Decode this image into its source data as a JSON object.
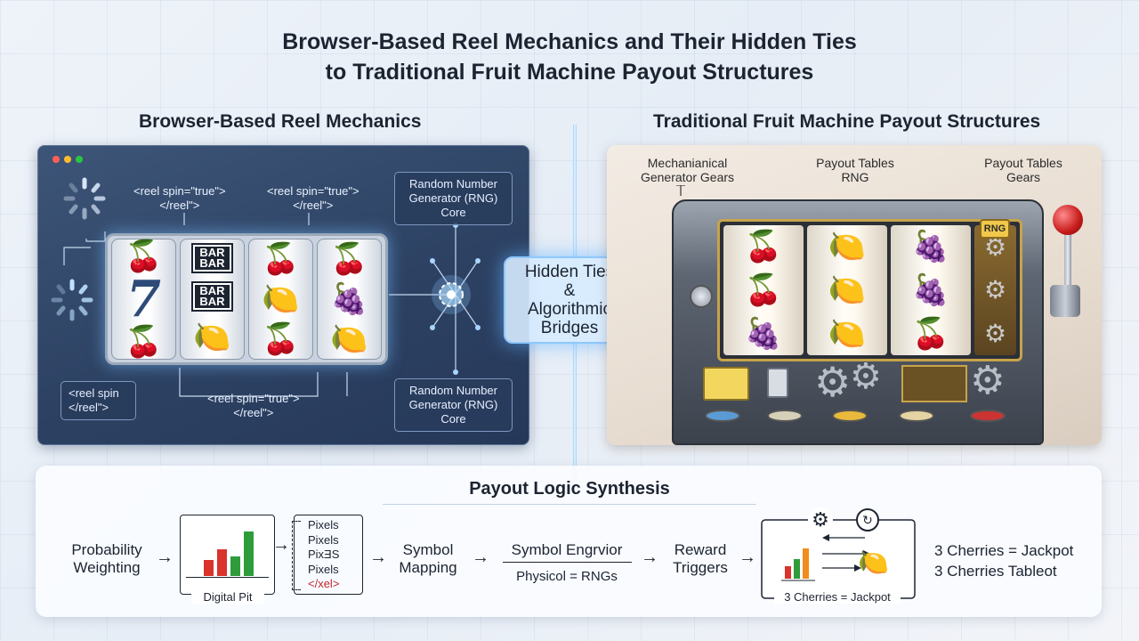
{
  "title": {
    "line1": "Browser-Based Reel Mechanics and Their Hidden Ties",
    "line2": "to Traditional Fruit Machine Payout Structures"
  },
  "left_panel": {
    "heading": "Browser-Based Reel Mechanics",
    "code_top_1": "<reel spin=\"true\">\n</reel\">",
    "code_top_2": "<reel spin=\"true\">\n</reel\">",
    "code_bottom_left": "<reel spin\n</reel\">",
    "code_bottom_center": "<reel spin=\"true\">\n</reel\">",
    "rng_top": "Random Number\nGenerator (RNG)\nCore",
    "rng_bottom": "Random Number\nGenerator (RNG)\nCore",
    "reel_symbols": {
      "r1": [
        "cherry",
        "seven",
        "cherry"
      ],
      "r2": [
        "BAR",
        "BAR",
        "lemon"
      ],
      "r3": [
        "cherry",
        "lemon",
        "cherry"
      ],
      "r4": [
        "cherry",
        "grapes",
        "lemon"
      ]
    },
    "bar_label": "BAR",
    "seven_label": "7"
  },
  "center": {
    "line1": "Hidden Ties",
    "line2": "&",
    "line3": "Algorithmic",
    "line4": "Bridges"
  },
  "right_panel": {
    "heading": "Traditional Fruit Machine Payout Structures",
    "label_1": "Mechanianical\nGenerator Gears",
    "label_2": "Payout Tables\nRNG",
    "label_3": "Payout Tables\nGears",
    "rng_badge": "RNG"
  },
  "synthesis": {
    "title": "Payout Logic Synthesis",
    "step_1": "Probability\nWeighting",
    "box_1_caption": "Digital Pit",
    "pixels": [
      "Pixels",
      "Pixels",
      "PixƎS",
      "Pixels",
      "</xel>"
    ],
    "step_2": "Symbol\nMapping",
    "step_3_top": "Symbol Engrvior",
    "step_3_bottom": "Physicol = RNGs",
    "step_4": "Reward\nTriggers",
    "box_2_caption": "3 Cherries = Jackpot",
    "result_1": "3 Cherries = Jackpot",
    "result_2": "3 Cherries Tableot"
  },
  "colors": {
    "browser_bg": "#2d4263",
    "glow": "#8ec8ff",
    "bar_red": "#d9332b",
    "bar_green": "#2e9c3a",
    "bar_orange": "#f28c1c"
  }
}
